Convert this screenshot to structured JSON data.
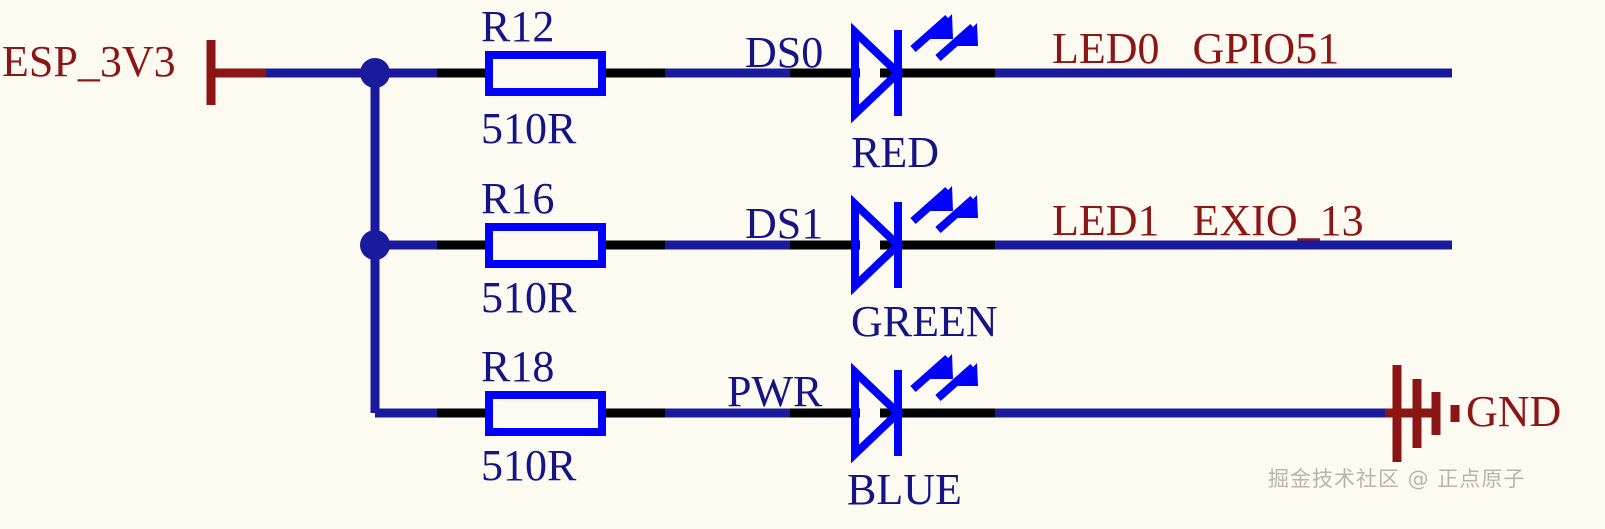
{
  "diagram": {
    "title": "LED indicator circuit schematic",
    "background_color": "#fdfaf2",
    "net_color": "#1a1a9c",
    "pin_color": "#000000",
    "symbol_color": "#0000ff",
    "port_color": "#8c1616",
    "designator_color": "#141486",
    "net_label_color": "#8c1616"
  },
  "power_port": {
    "label": "ESP_3V3"
  },
  "ground_port": {
    "label": "GND"
  },
  "rows": [
    {
      "resistor_ref": "R12",
      "resistor_value": "510R",
      "led_ref": "DS0",
      "led_color_label": "RED",
      "net_label": "LED0   GPIO51"
    },
    {
      "resistor_ref": "R16",
      "resistor_value": "510R",
      "led_ref": "DS1",
      "led_color_label": "GREEN",
      "net_label": "LED1   EXIO_13"
    },
    {
      "resistor_ref": "R18",
      "resistor_value": "510R",
      "led_ref": "PWR",
      "led_color_label": "BLUE",
      "net_label": ""
    }
  ],
  "watermark": {
    "text": "掘金技术社区 @ 正点原子"
  }
}
